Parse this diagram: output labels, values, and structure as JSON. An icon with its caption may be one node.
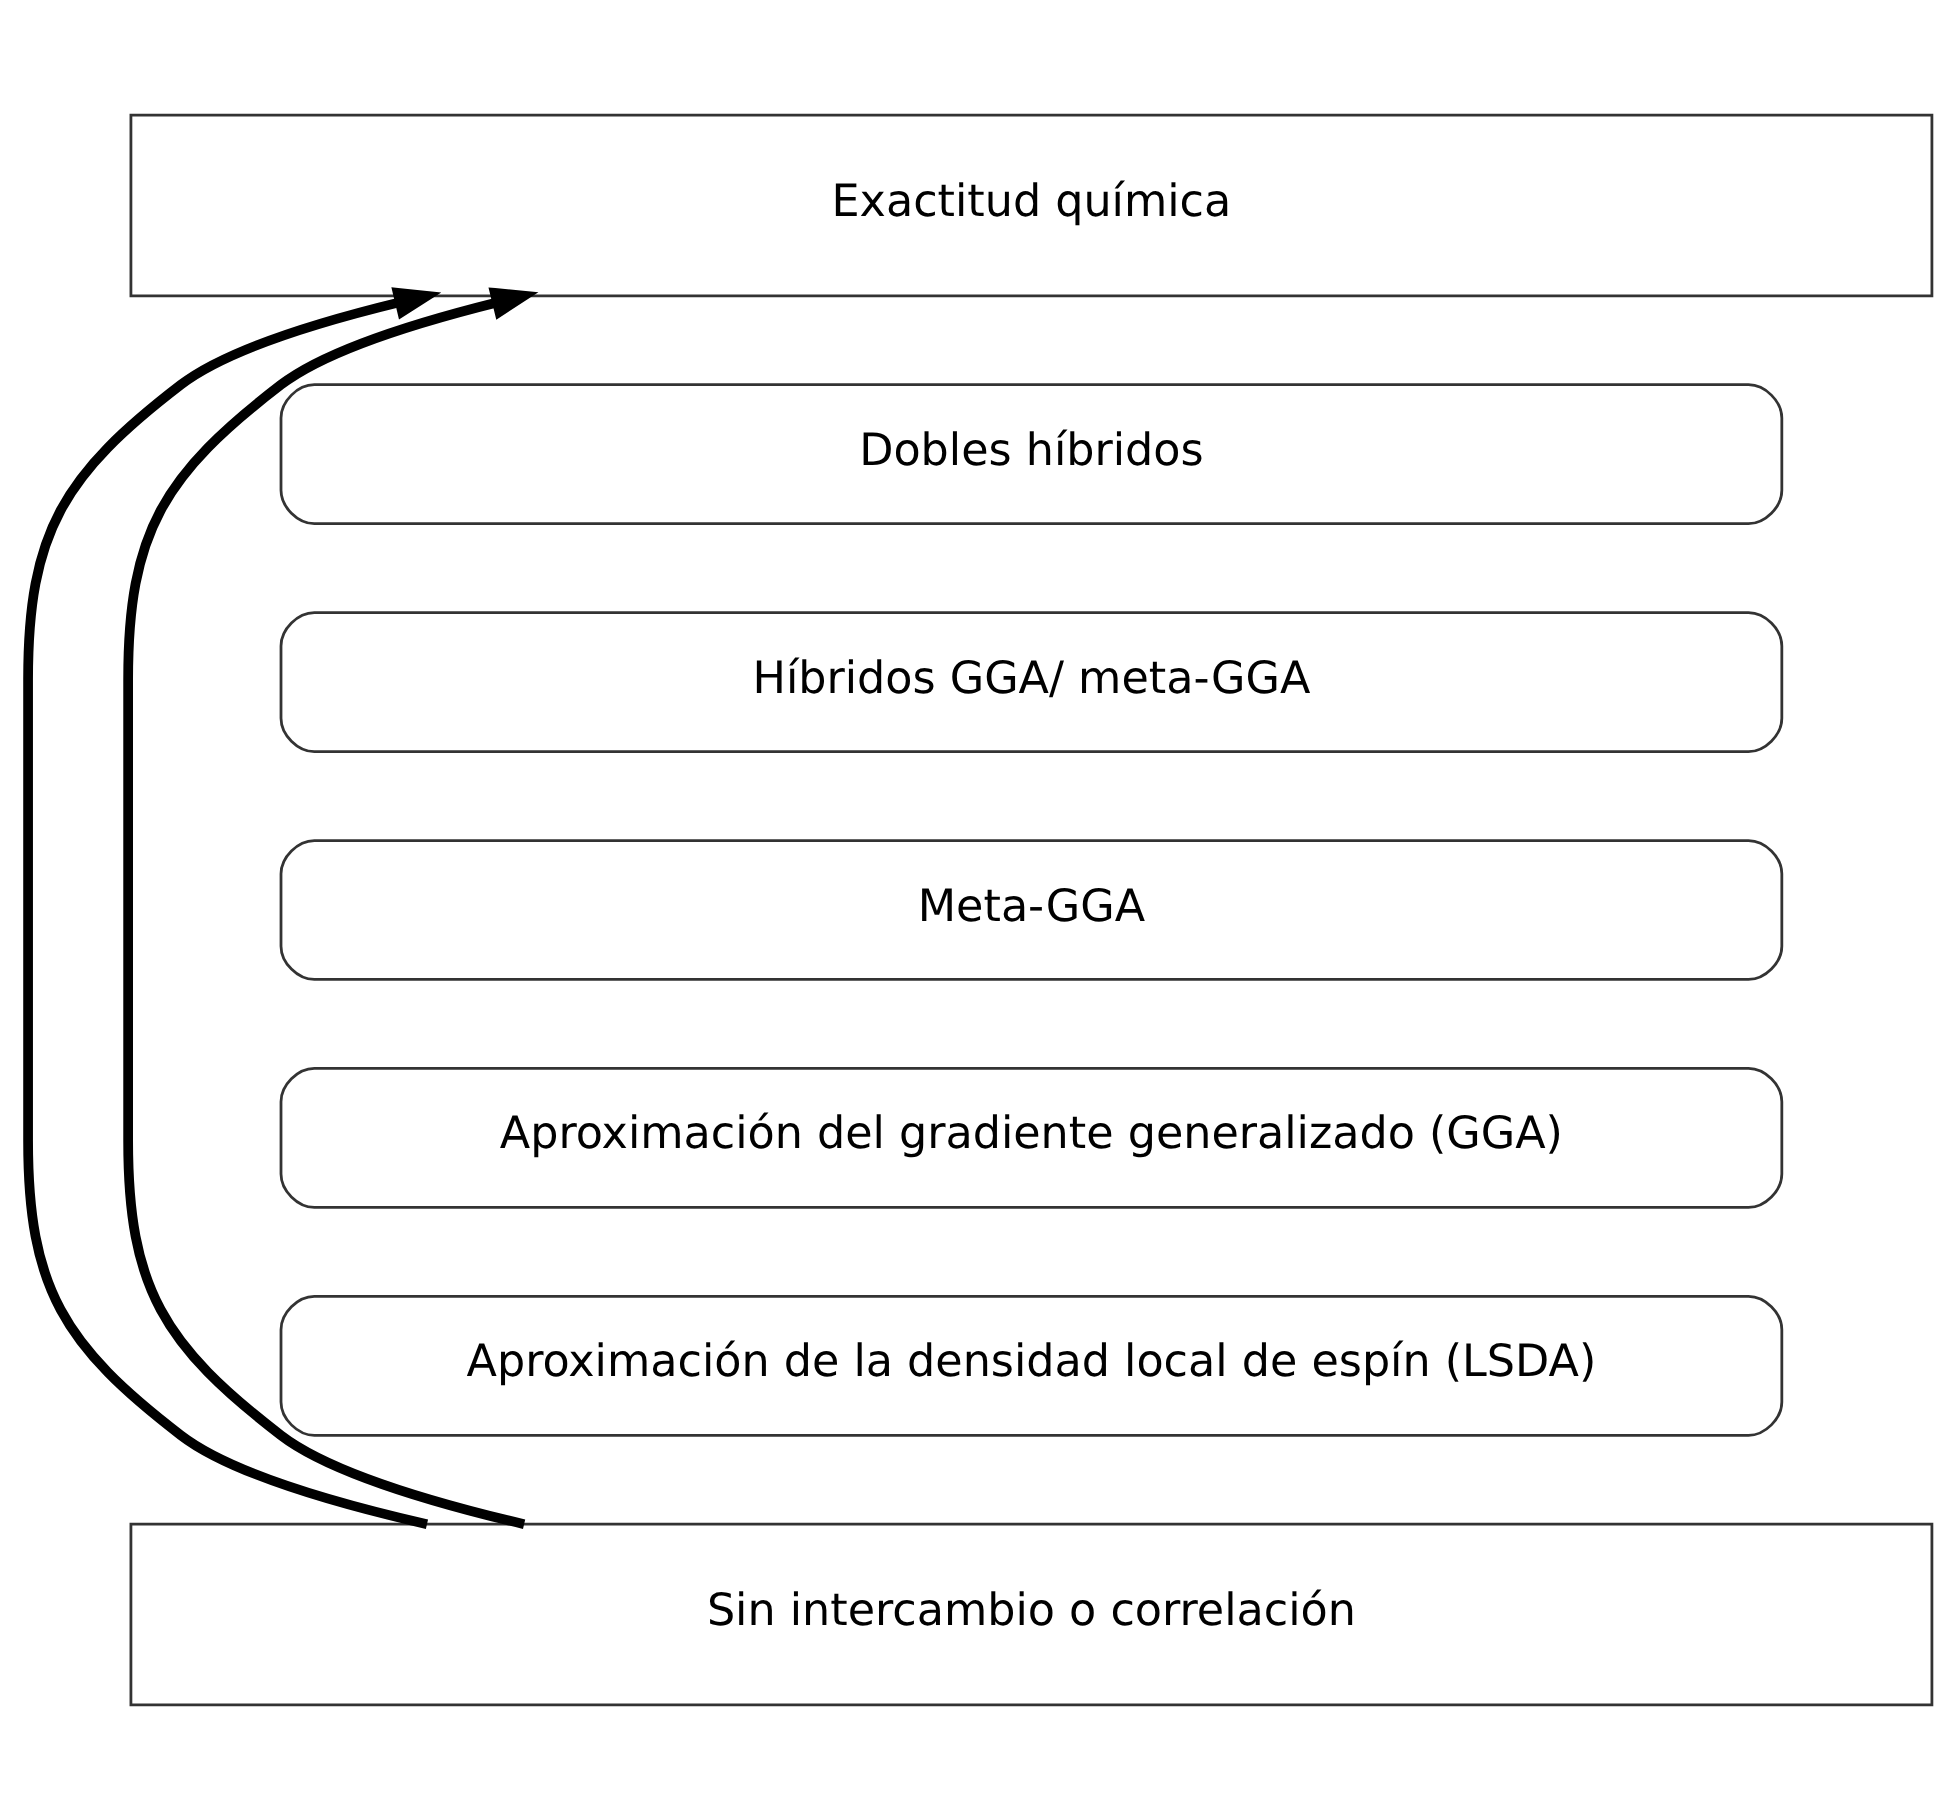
{
  "diagram": {
    "nodes": [
      {
        "text": [
          "Exactitud química"
        ]
      },
      {
        "text": [
          "Dobles híbridos"
        ]
      },
      {
        "text": [
          "Híbridos GGA/ meta-GGA"
        ]
      },
      {
        "text": [
          "Meta-GGA"
        ]
      },
      {
        "text": [
          "Aproximación del gradiente generalizado (GGA)"
        ]
      },
      {
        "text": [
          "Aproximación de la densidad local de espín (LSDA)"
        ]
      },
      {
        "text": [
          "Sin intercambio o correlación"
        ]
      }
    ],
    "edges": [
      {
        "from": 6,
        "to": 0,
        "arrow": "to"
      },
      {
        "from": 6,
        "to": 0,
        "arrow": "to"
      }
    ]
  }
}
